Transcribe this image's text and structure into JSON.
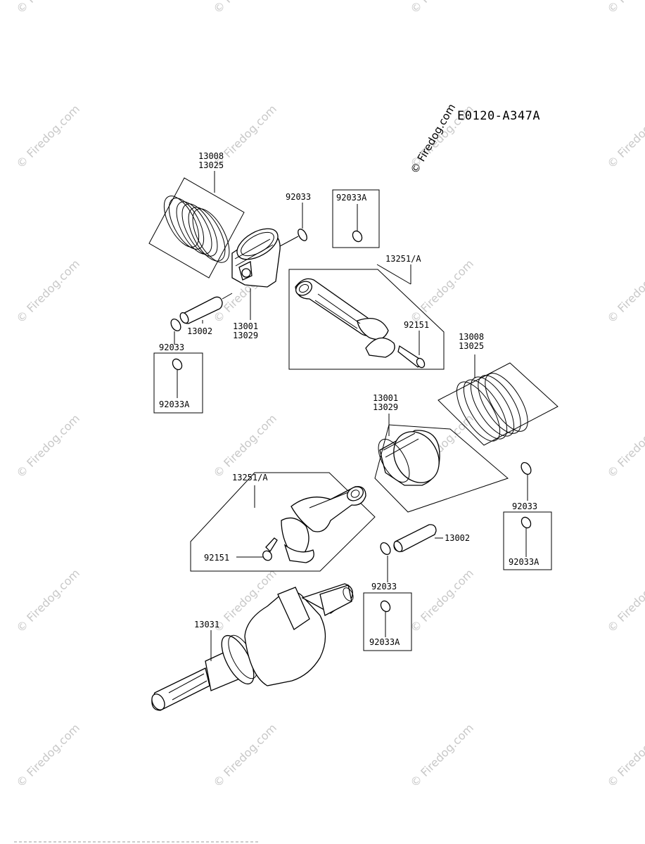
{
  "diagram_code": "E0120-A347A",
  "watermark_text": "© Firedog.com",
  "labels": {
    "rings_top": [
      "13008",
      "13025"
    ],
    "rings_mid": [
      "13008",
      "13025"
    ],
    "piston_top": [
      "13001",
      "13029"
    ],
    "piston_mid": [
      "13001",
      "13029"
    ],
    "pin_top": "13002",
    "pin_mid": "13002",
    "circlip_top_right": "92033",
    "circlip_box_top": "92033A",
    "circlip_left": "92033",
    "circlip_box_left": "92033A",
    "circlip_right": "92033",
    "circlip_box_right": "92033A",
    "circlip_bottom": "92033",
    "circlip_box_bottom": "92033A",
    "conrod_top": "13251/A",
    "conrod_bottom": "13251/A",
    "bolt_top": "92151",
    "bolt_bottom": "92151",
    "crankshaft": "13031"
  }
}
